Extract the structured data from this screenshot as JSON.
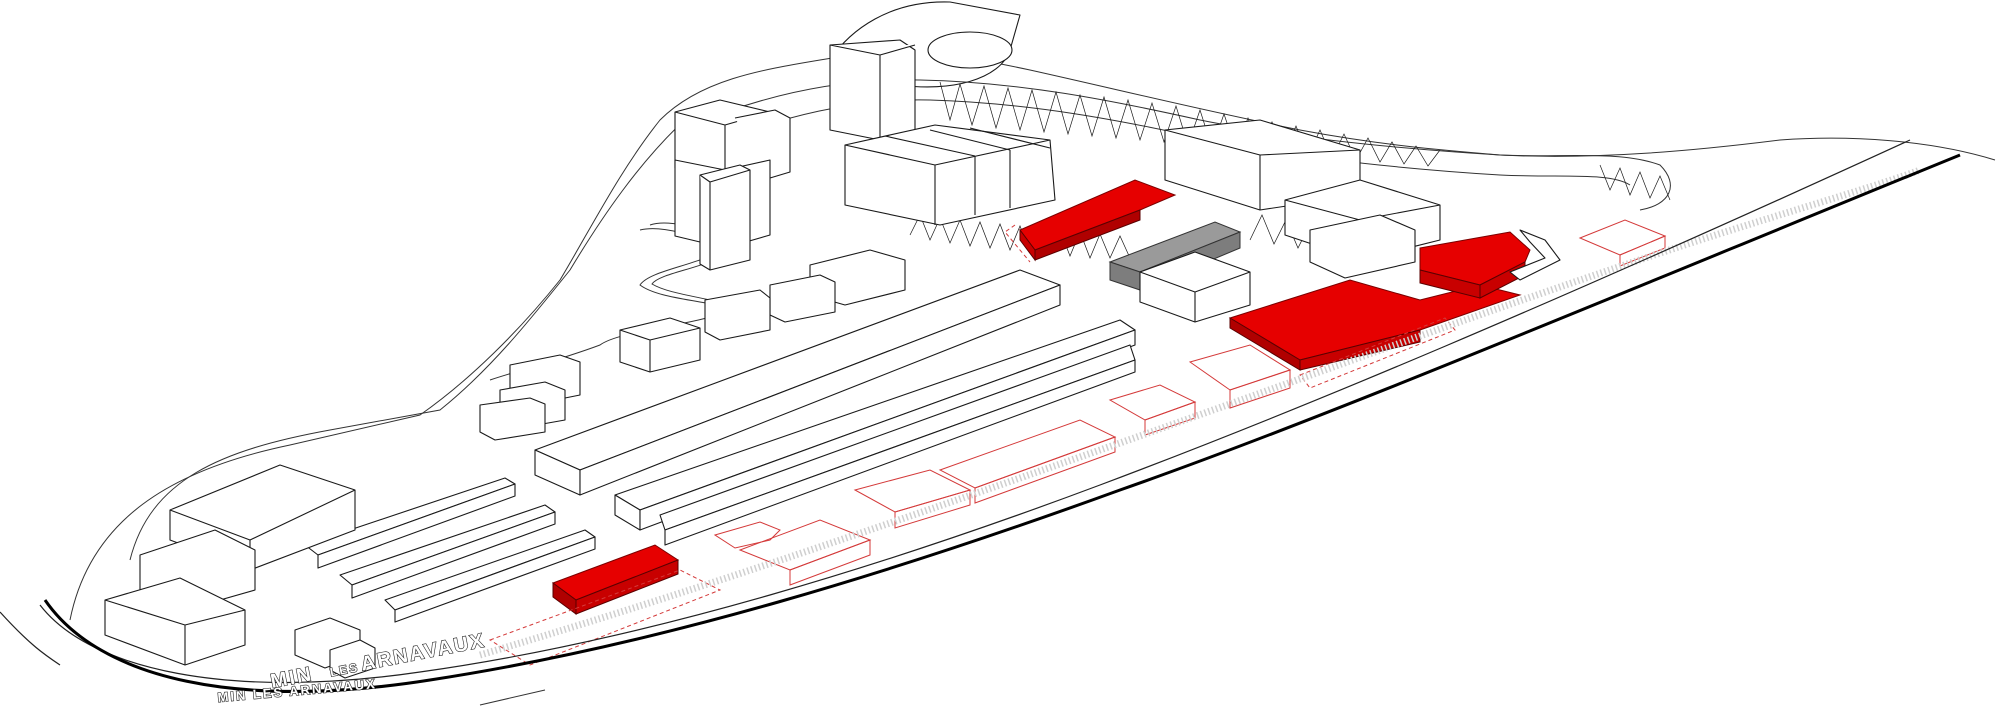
{
  "labels": {
    "min": "MIN",
    "les": "LES",
    "arnavaux": "ARNAVAUX",
    "road_repeat": "MIN LES ARNAVAUX"
  },
  "colors": {
    "highlight_red": "#e60000",
    "ghost_red": "#d43a3a",
    "grey_block": "#9a9a9a",
    "line": "#1a1a1a"
  }
}
